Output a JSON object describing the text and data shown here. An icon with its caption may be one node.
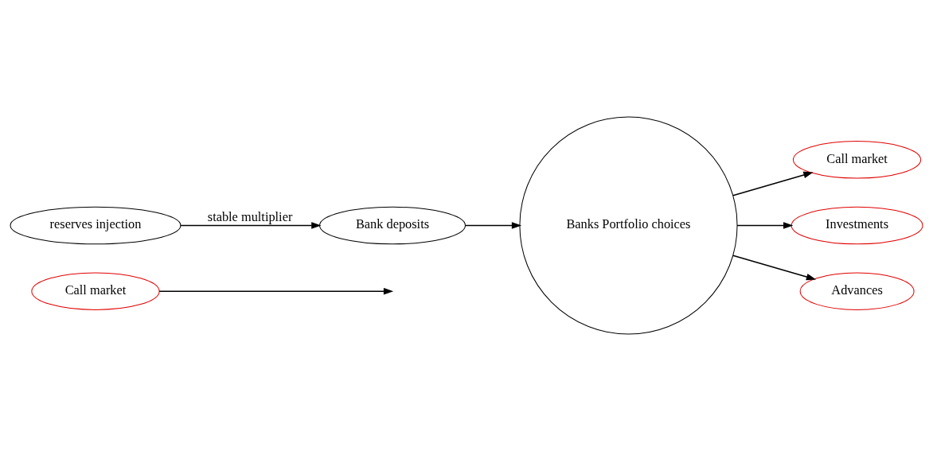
{
  "diagram": {
    "nodes": [
      {
        "text": [
          "Call market"
        ]
      },
      {
        "text": [
          "reserves injection"
        ]
      },
      {
        "text": [
          "Bank deposits"
        ]
      },
      {
        "text": [
          "Banks Portfolio choices"
        ]
      },
      {
        "text": [
          "Call market"
        ]
      },
      {
        "text": [
          "Investments"
        ]
      },
      {
        "text": [
          "Advances"
        ]
      }
    ],
    "edges": [
      {
        "from": 0,
        "to": null,
        "arrow": "to"
      },
      {
        "from": 1,
        "to": 2,
        "arrow": "to",
        "label": "stable multiplier"
      },
      {
        "from": 2,
        "to": 3,
        "arrow": "to"
      },
      {
        "from": 3,
        "to": 4,
        "arrow": "to"
      },
      {
        "from": 3,
        "to": 5,
        "arrow": "to"
      },
      {
        "from": 3,
        "to": 6,
        "arrow": "to"
      }
    ]
  }
}
